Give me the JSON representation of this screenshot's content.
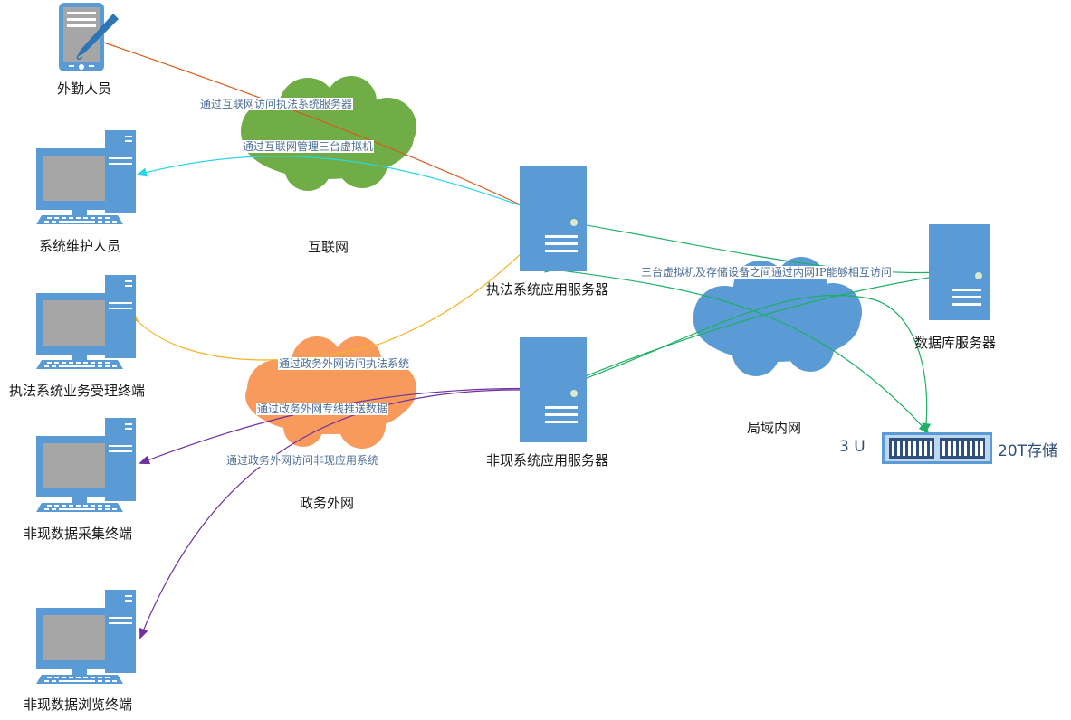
{
  "colors": {
    "device_blue": "#5b9bd5",
    "cloud_internet": "#70ad47",
    "cloud_gov": "#f79a5c",
    "cloud_lan": "#5b9bd5",
    "edge_orange": "#d85a1a",
    "edge_cyan": "#29d5e6",
    "edge_yellow": "#f5b324",
    "edge_purple": "#7030a0",
    "edge_green": "#1daf64"
  },
  "nodes": {
    "field_staff": "外勤人员",
    "sys_maint": "系统维护人员",
    "law_terminal": "执法系统业务受理终端",
    "collect_terminal": "非现数据采集终端",
    "browse_terminal": "非现数据浏览终端",
    "law_server": "执法系统应用服务器",
    "nonsite_server": "非现系统应用服务器",
    "db_server": "数据库服务器",
    "storage_size": "20T存储",
    "storage_units": "3 U"
  },
  "networks": {
    "internet": "互联网",
    "gov": "政务外网",
    "lan": "局域内网"
  },
  "edges": {
    "internet_access": "通过互联网访问执法系统服务器",
    "internet_manage": "通过互联网管理三台虚拟机",
    "gov_access_law": "通过政务外网访问执法系统",
    "gov_push": "通过政务外网专线推送数据",
    "gov_access_nonsite": "通过政务外网访问非现应用系统",
    "lan_link": "三台虚拟机及存储设备之间通过内网IP能够相互访问"
  }
}
